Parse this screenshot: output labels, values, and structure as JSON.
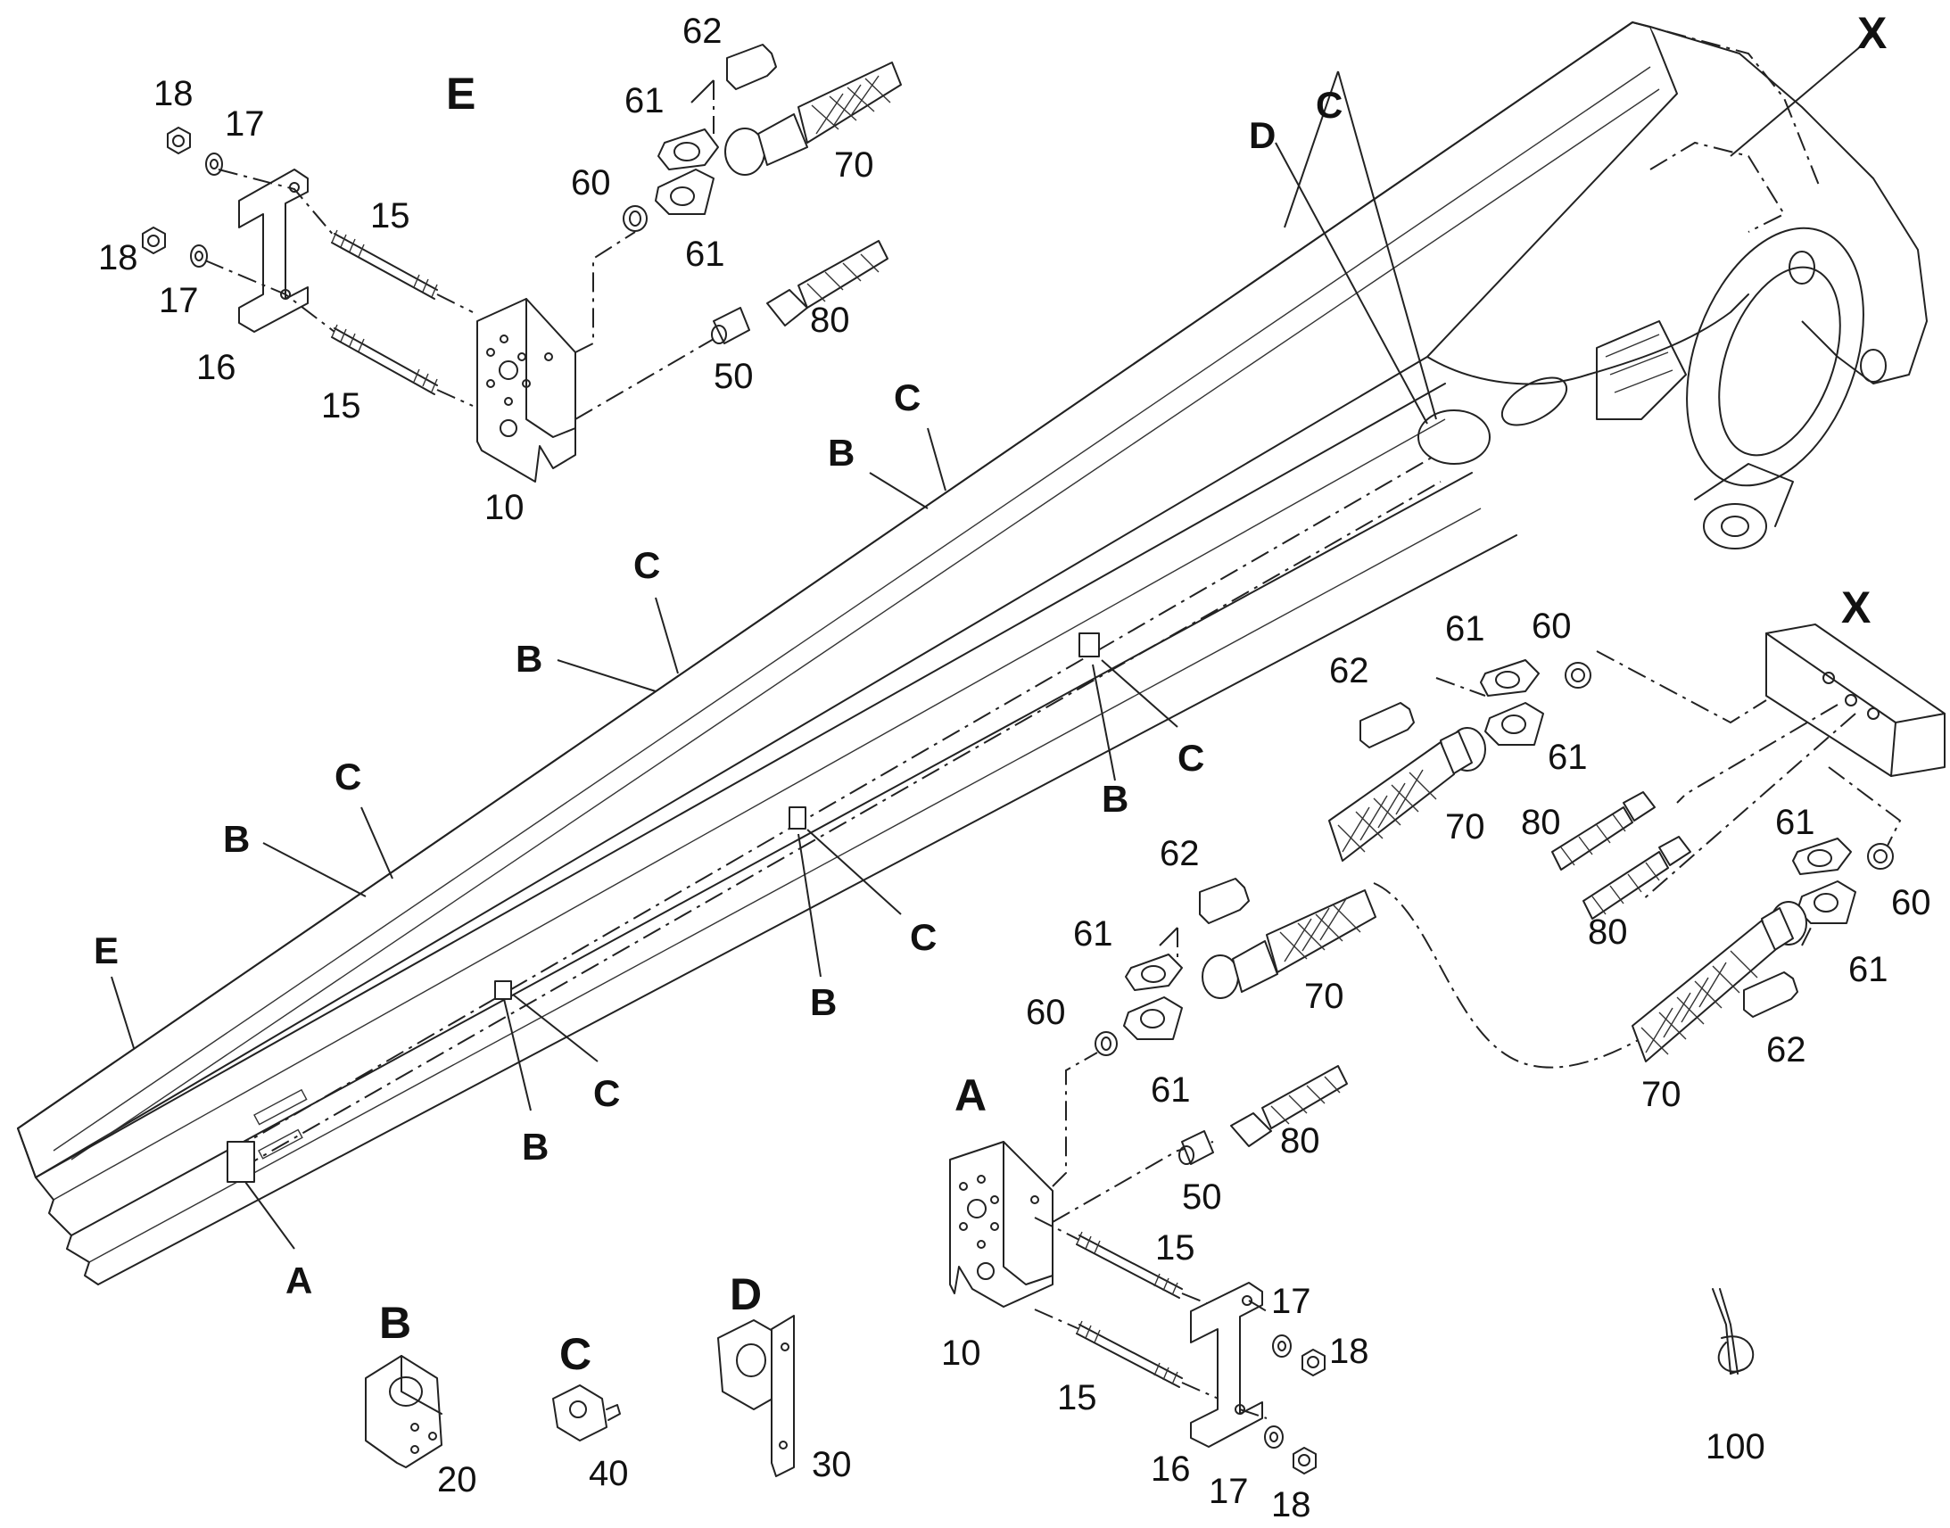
{
  "callouts": {
    "E_boom": "E",
    "X_top": "X",
    "X_detail": "X",
    "boom_labels": [
      {
        "letter": "D"
      },
      {
        "letter": "C"
      },
      {
        "letter": "B"
      },
      {
        "letter": "C"
      },
      {
        "letter": "B"
      },
      {
        "letter": "C"
      },
      {
        "letter": "B"
      },
      {
        "letter": "C"
      },
      {
        "letter": "B"
      },
      {
        "letter": "C"
      },
      {
        "letter": "B"
      },
      {
        "letter": "C"
      },
      {
        "letter": "B"
      },
      {
        "letter": "C"
      },
      {
        "letter": "A"
      }
    ],
    "A_detail": "A",
    "E_detail": "E",
    "B_part": "B",
    "C_part": "C",
    "D_part": "D"
  },
  "detail_E_parts": [
    "18",
    "17",
    "18",
    "17",
    "15",
    "16",
    "15",
    "10",
    "62",
    "61",
    "60",
    "61",
    "70",
    "50",
    "80"
  ],
  "detail_A_parts": [
    "62",
    "61",
    "60",
    "61",
    "70",
    "50",
    "80",
    "15",
    "15",
    "10",
    "16",
    "17",
    "18",
    "17",
    "18"
  ],
  "detail_X_parts": [
    "62",
    "61",
    "60",
    "61",
    "70",
    "80",
    "80",
    "61",
    "60",
    "61",
    "62",
    "70"
  ],
  "bracket_parts": [
    "20",
    "40",
    "30"
  ],
  "clip_part": "100",
  "colors": {
    "line": "#222222",
    "background": "#ffffff"
  }
}
